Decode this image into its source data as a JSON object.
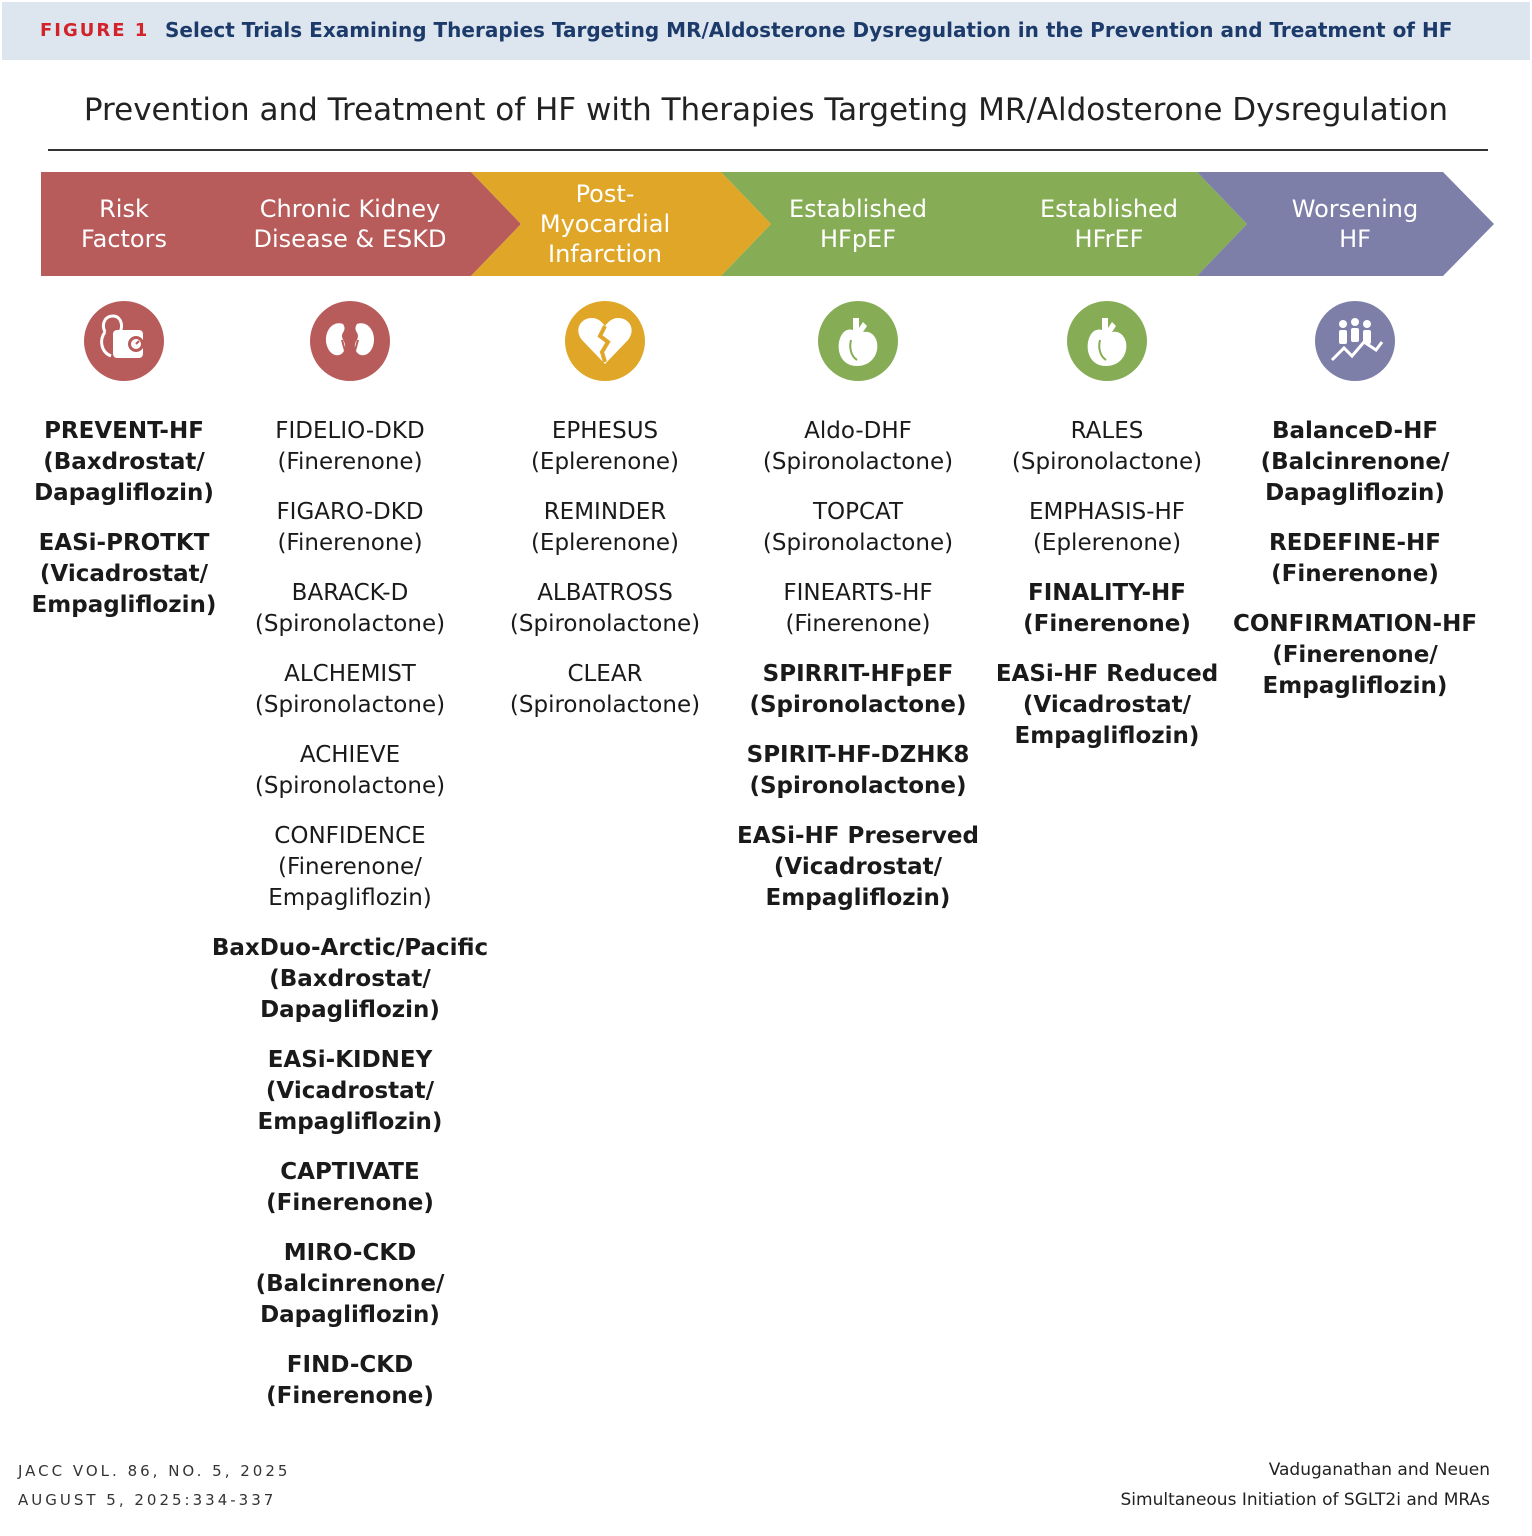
{
  "header": {
    "figure_label": "FIGURE 1",
    "figure_title": "Select Trials Examining Therapies Targeting MR/Aldosterone Dysregulation in the Prevention and Treatment of HF"
  },
  "main_title": "Prevention and Treatment of HF with Therapies Targeting MR/Aldosterone Dysregulation",
  "colors": {
    "red": "#b85b5b",
    "gold": "#e0a628",
    "green": "#86ad55",
    "purple": "#7d7fa8",
    "figure_label": "#d2232a",
    "figure_title": "#1c3b6b",
    "banner": "#dde6ee"
  },
  "stages": [
    {
      "line1": "Risk",
      "line2": "Factors",
      "line3": "",
      "icon": "blood-pressure-icon"
    },
    {
      "line1": "Chronic Kidney",
      "line2": "Disease & ESKD",
      "line3": "",
      "icon": "kidneys-icon"
    },
    {
      "line1": "Post-",
      "line2": "Myocardial",
      "line3": "Infarction",
      "icon": "broken-heart-icon"
    },
    {
      "line1": "Established",
      "line2": "HFpEF",
      "line3": "",
      "icon": "heart-icon"
    },
    {
      "line1": "Established",
      "line2": "HFrEF",
      "line3": "",
      "icon": "heart-icon"
    },
    {
      "line1": "Worsening",
      "line2": "HF",
      "line3": "",
      "icon": "population-trend-icon"
    }
  ],
  "columns": [
    [
      {
        "name": "PREVENT-HF",
        "drug": "(Baxdrostat/",
        "drug2": "Dapagliflozin)",
        "bold": true
      },
      {
        "name": "EASi-PROTKT",
        "drug": "(Vicadrostat/",
        "drug2": "Empagliflozin)",
        "bold": true
      }
    ],
    [
      {
        "name": "FIDELIO-DKD",
        "drug": "(Finerenone)",
        "drug2": "",
        "bold": false
      },
      {
        "name": "FIGARO-DKD",
        "drug": "(Finerenone)",
        "drug2": "",
        "bold": false
      },
      {
        "name": "BARACK-D",
        "drug": "(Spironolactone)",
        "drug2": "",
        "bold": false
      },
      {
        "name": "ALCHEMIST",
        "drug": "(Spironolactone)",
        "drug2": "",
        "bold": false
      },
      {
        "name": "ACHIEVE",
        "drug": "(Spironolactone)",
        "drug2": "",
        "bold": false
      },
      {
        "name": "CONFIDENCE",
        "drug": "(Finerenone/",
        "drug2": "Empagliflozin)",
        "bold": false
      },
      {
        "name": "BaxDuo-Arctic/Pacific",
        "drug": "(Baxdrostat/",
        "drug2": "Dapagliflozin)",
        "bold": true
      },
      {
        "name": "EASi-KIDNEY",
        "drug": "(Vicadrostat/",
        "drug2": "Empagliflozin)",
        "bold": true
      },
      {
        "name": "CAPTIVATE",
        "drug": "(Finerenone)",
        "drug2": "",
        "bold": true
      },
      {
        "name": "MIRO-CKD",
        "drug": "(Balcinrenone/",
        "drug2": "Dapagliflozin)",
        "bold": true
      },
      {
        "name": "FIND-CKD",
        "drug": "(Finerenone)",
        "drug2": "",
        "bold": true
      }
    ],
    [
      {
        "name": "EPHESUS",
        "drug": "(Eplerenone)",
        "drug2": "",
        "bold": false
      },
      {
        "name": "REMINDER",
        "drug": "(Eplerenone)",
        "drug2": "",
        "bold": false
      },
      {
        "name": "ALBATROSS",
        "drug": "(Spironolactone)",
        "drug2": "",
        "bold": false
      },
      {
        "name": "CLEAR",
        "drug": "(Spironolactone)",
        "drug2": "",
        "bold": false
      }
    ],
    [
      {
        "name": "Aldo-DHF",
        "drug": "(Spironolactone)",
        "drug2": "",
        "bold": false
      },
      {
        "name": "TOPCAT",
        "drug": "(Spironolactone)",
        "drug2": "",
        "bold": false
      },
      {
        "name": "FINEARTS-HF",
        "drug": "(Finerenone)",
        "drug2": "",
        "bold": false
      },
      {
        "name": "SPIRRIT-HFpEF",
        "drug": "(Spironolactone)",
        "drug2": "",
        "bold": true
      },
      {
        "name": "SPIRIT-HF-DZHK8",
        "drug": "(Spironolactone)",
        "drug2": "",
        "bold": true
      },
      {
        "name": "EASi-HF Preserved",
        "drug": "(Vicadrostat/",
        "drug2": "Empagliflozin)",
        "bold": true
      }
    ],
    [
      {
        "name": "RALES",
        "drug": "(Spironolactone)",
        "drug2": "",
        "bold": false
      },
      {
        "name": "EMPHASIS-HF",
        "drug": "(Eplerenone)",
        "drug2": "",
        "bold": false
      },
      {
        "name": "FINALITY-HF",
        "drug": "(Finerenone)",
        "drug2": "",
        "bold": true
      },
      {
        "name": "EASi-HF Reduced",
        "drug": "(Vicadrostat/",
        "drug2": "Empagliflozin)",
        "bold": true
      }
    ],
    [
      {
        "name": "BalanceD-HF",
        "drug": "(Balcinrenone/",
        "drug2": "Dapagliflozin)",
        "bold": true
      },
      {
        "name": "REDEFINE-HF",
        "drug": "(Finerenone)",
        "drug2": "",
        "bold": true
      },
      {
        "name": "CONFIRMATION-HF",
        "drug": "(Finerenone/",
        "drug2": "Empagliflozin)",
        "bold": true
      }
    ]
  ],
  "footer": {
    "journal": "JACC VOL. 86, NO. 5, 2025",
    "date_pages": "AUGUST 5, 2025:334-337",
    "authors": "Vaduganathan and Neuen",
    "article": "Simultaneous Initiation of SGLT2i and MRAs"
  }
}
